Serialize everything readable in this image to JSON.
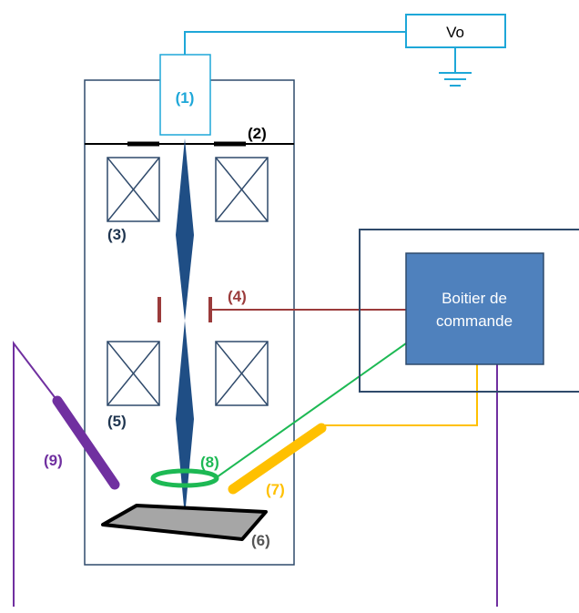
{
  "voltage_box": {
    "label": "Vo"
  },
  "controller": {
    "label_line1": "Boitier de",
    "label_line2": "commande"
  },
  "labels": {
    "source": "(1)",
    "anode": "(2)",
    "lens_upper": "(3)",
    "aperture": "(4)",
    "lens_lower": "(5)",
    "sample": "(6)",
    "detector_yellow": "(7)",
    "detector_ring": "(8)",
    "detector_purple": "(9)"
  },
  "colors": {
    "frame": "#2f4a6b",
    "cyan": "#1ea7d8",
    "beam": "#1f4e85",
    "lens": "#2f4a6b",
    "aperture": "#9b3b3b",
    "controller_fill": "#4f81bd",
    "green": "#1db954",
    "yellow": "#ffc000",
    "purple": "#7030a0",
    "sample_fill": "#a6a6a6",
    "gray_label": "#555555",
    "dark_label": "#1f3550"
  }
}
